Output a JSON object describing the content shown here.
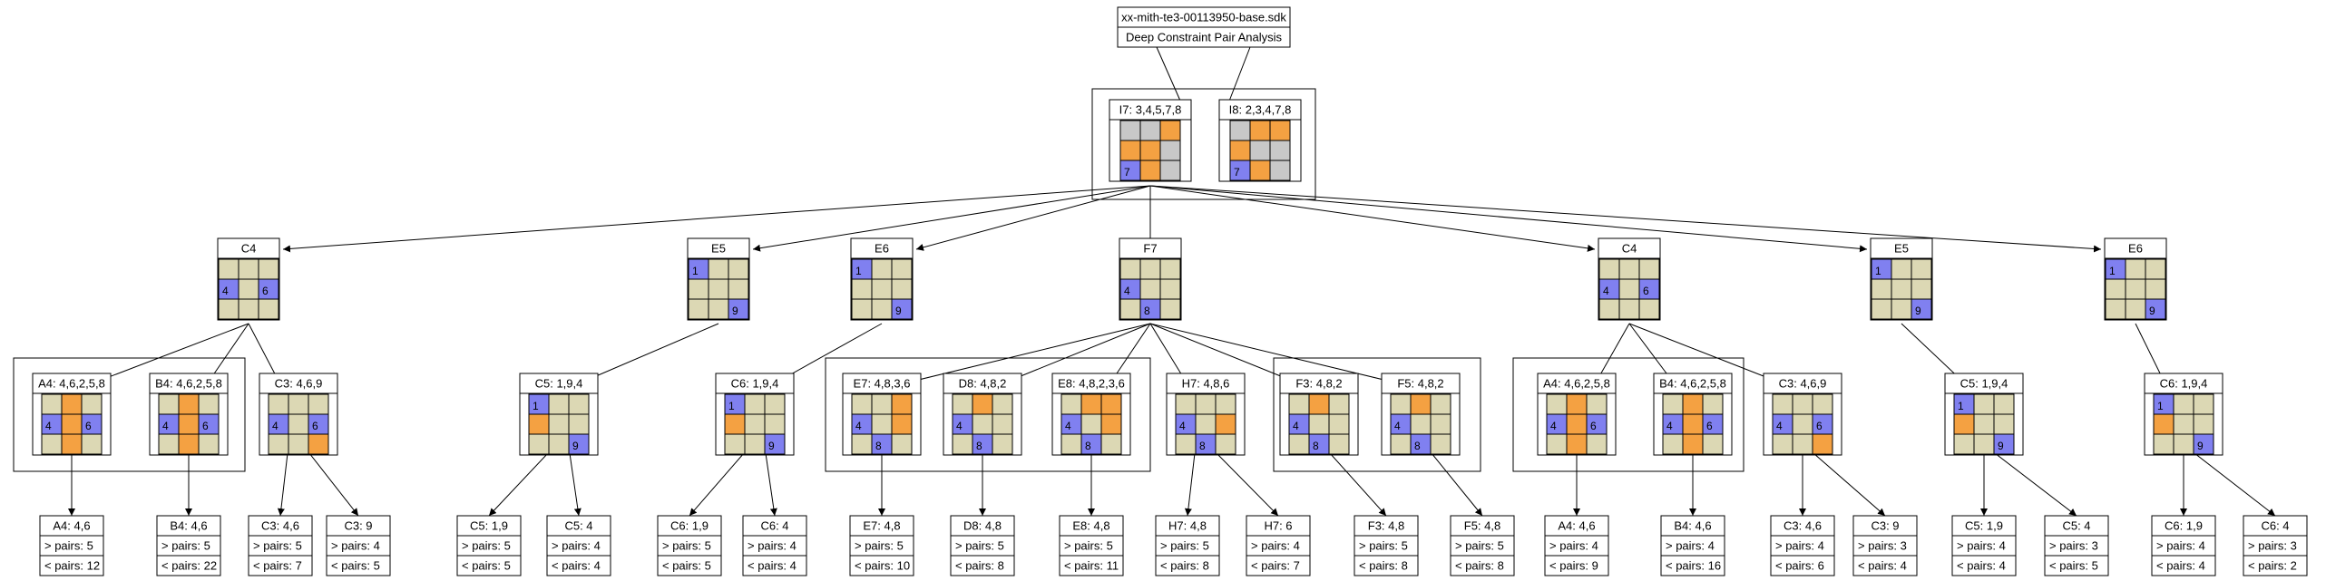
{
  "colors": {
    "beige": "#dcd8b4",
    "orange": "#f4a142",
    "blue": "#8080f0",
    "gray": "#c8c8c8",
    "white": "#ffffff",
    "line": "#000000"
  },
  "root": {
    "filename": "xx-mith-te3-00113950-base.sdk",
    "subtitle": "Deep Constraint Pair Analysis"
  },
  "top_pair": [
    {
      "label": "I7: 3,4,5,7,8",
      "cells": [
        "g",
        "g",
        "o",
        "o",
        "o",
        "g",
        "b7",
        "o",
        "g"
      ]
    },
    {
      "label": "I8: 2,3,4,7,8",
      "cells": [
        "g",
        "o",
        "o",
        "o",
        "g",
        "g",
        "b7",
        "o",
        "g"
      ]
    }
  ],
  "level1": [
    {
      "label": "C4",
      "cells": [
        "e",
        "e",
        "e",
        "b4",
        "e",
        "b6",
        "e",
        "e",
        "e"
      ]
    },
    {
      "label": "E5",
      "cells": [
        "b1",
        "e",
        "e",
        "e",
        "e",
        "e",
        "e",
        "e",
        "b9"
      ]
    },
    {
      "label": "E6",
      "cells": [
        "b1",
        "e",
        "e",
        "e",
        "e",
        "e",
        "e",
        "e",
        "b9"
      ]
    },
    {
      "label": "F7",
      "cells": [
        "e",
        "e",
        "e",
        "b4",
        "e",
        "e",
        "e",
        "b8",
        "e"
      ]
    },
    {
      "label": "C4",
      "cells": [
        "e",
        "e",
        "e",
        "b4",
        "e",
        "b6",
        "e",
        "e",
        "e"
      ]
    },
    {
      "label": "E5",
      "cells": [
        "b1",
        "e",
        "e",
        "e",
        "e",
        "e",
        "e",
        "e",
        "b9"
      ]
    },
    {
      "label": "E6",
      "cells": [
        "b1",
        "e",
        "e",
        "e",
        "e",
        "e",
        "e",
        "e",
        "b9"
      ]
    }
  ],
  "level2": [
    {
      "label": "A4: 4,6,2,5,8",
      "cells": [
        "e",
        "o",
        "e",
        "b4",
        "o",
        "b6",
        "e",
        "o",
        "e"
      ]
    },
    {
      "label": "B4: 4,6,2,5,8",
      "cells": [
        "e",
        "o",
        "e",
        "b4",
        "o",
        "b6",
        "e",
        "o",
        "e"
      ]
    },
    {
      "label": "C3: 4,6,9",
      "cells": [
        "e",
        "e",
        "e",
        "b4",
        "e",
        "b6",
        "e",
        "e",
        "o"
      ]
    },
    {
      "label": "C5: 1,9,4",
      "cells": [
        "b1",
        "e",
        "e",
        "o",
        "e",
        "e",
        "e",
        "e",
        "b9"
      ]
    },
    {
      "label": "C6: 1,9,4",
      "cells": [
        "b1",
        "e",
        "e",
        "o",
        "e",
        "e",
        "e",
        "e",
        "b9"
      ]
    },
    {
      "label": "E7: 4,8,3,6",
      "cells": [
        "e",
        "e",
        "o",
        "b4",
        "e",
        "o",
        "e",
        "b8",
        "e"
      ]
    },
    {
      "label": "D8: 4,8,2",
      "cells": [
        "e",
        "o",
        "e",
        "b4",
        "e",
        "e",
        "e",
        "b8",
        "e"
      ]
    },
    {
      "label": "E8: 4,8,2,3,6",
      "cells": [
        "e",
        "o",
        "o",
        "b4",
        "e",
        "o",
        "e",
        "b8",
        "e"
      ]
    },
    {
      "label": "H7: 4,8,6",
      "cells": [
        "e",
        "e",
        "e",
        "b4",
        "e",
        "o",
        "e",
        "b8",
        "e"
      ]
    },
    {
      "label": "F3: 4,8,2",
      "cells": [
        "e",
        "o",
        "e",
        "b4",
        "e",
        "e",
        "e",
        "b8",
        "e"
      ]
    },
    {
      "label": "F5: 4,8,2",
      "cells": [
        "e",
        "o",
        "e",
        "b4",
        "e",
        "e",
        "e",
        "b8",
        "e"
      ]
    },
    {
      "label": "A4: 4,6,2,5,8",
      "cells": [
        "e",
        "o",
        "e",
        "b4",
        "o",
        "b6",
        "e",
        "o",
        "e"
      ]
    },
    {
      "label": "B4: 4,6,2,5,8",
      "cells": [
        "e",
        "o",
        "e",
        "b4",
        "o",
        "b6",
        "e",
        "o",
        "e"
      ]
    },
    {
      "label": "C3: 4,6,9",
      "cells": [
        "e",
        "e",
        "e",
        "b4",
        "e",
        "b6",
        "e",
        "e",
        "o"
      ]
    },
    {
      "label": "C5: 1,9,4",
      "cells": [
        "b1",
        "e",
        "e",
        "o",
        "e",
        "e",
        "e",
        "e",
        "b9"
      ]
    },
    {
      "label": "C6: 1,9,4",
      "cells": [
        "b1",
        "e",
        "e",
        "o",
        "e",
        "e",
        "e",
        "e",
        "b9"
      ]
    }
  ],
  "leaves": [
    {
      "title": "A4: 4,6",
      "gt": "> pairs: 5",
      "lt": "< pairs: 12"
    },
    {
      "title": "B4: 4,6",
      "gt": "> pairs: 5",
      "lt": "< pairs: 22"
    },
    {
      "title": "C3: 4,6",
      "gt": "> pairs: 5",
      "lt": "< pairs: 7"
    },
    {
      "title": "C3: 9",
      "gt": "> pairs: 4",
      "lt": "< pairs: 5"
    },
    {
      "title": "C5: 1,9",
      "gt": "> pairs: 5",
      "lt": "< pairs: 5"
    },
    {
      "title": "C5: 4",
      "gt": "> pairs: 4",
      "lt": "< pairs: 4"
    },
    {
      "title": "C6: 1,9",
      "gt": "> pairs: 5",
      "lt": "< pairs: 5"
    },
    {
      "title": "C6: 4",
      "gt": "> pairs: 4",
      "lt": "< pairs: 4"
    },
    {
      "title": "E7: 4,8",
      "gt": "> pairs: 5",
      "lt": "< pairs: 10"
    },
    {
      "title": "D8: 4,8",
      "gt": "> pairs: 5",
      "lt": "< pairs: 8"
    },
    {
      "title": "E8: 4,8",
      "gt": "> pairs: 5",
      "lt": "< pairs: 11"
    },
    {
      "title": "H7: 4,8",
      "gt": "> pairs: 5",
      "lt": "< pairs: 8"
    },
    {
      "title": "H7: 6",
      "gt": "> pairs: 4",
      "lt": "< pairs: 7"
    },
    {
      "title": "F3: 4,8",
      "gt": "> pairs: 5",
      "lt": "< pairs: 8"
    },
    {
      "title": "F5: 4,8",
      "gt": "> pairs: 5",
      "lt": "< pairs: 8"
    },
    {
      "title": "A4: 4,6",
      "gt": "> pairs: 4",
      "lt": "< pairs: 9"
    },
    {
      "title": "B4: 4,6",
      "gt": "> pairs: 4",
      "lt": "< pairs: 16"
    },
    {
      "title": "C3: 4,6",
      "gt": "> pairs: 4",
      "lt": "< pairs: 6"
    },
    {
      "title": "C3: 9",
      "gt": "> pairs: 3",
      "lt": "< pairs: 4"
    },
    {
      "title": "C5: 1,9",
      "gt": "> pairs: 4",
      "lt": "< pairs: 4"
    },
    {
      "title": "C5: 4",
      "gt": "> pairs: 3",
      "lt": "< pairs: 5"
    },
    {
      "title": "C6: 1,9",
      "gt": "> pairs: 4",
      "lt": "< pairs: 4"
    },
    {
      "title": "C6: 4",
      "gt": "> pairs: 3",
      "lt": "< pairs: 2"
    }
  ]
}
